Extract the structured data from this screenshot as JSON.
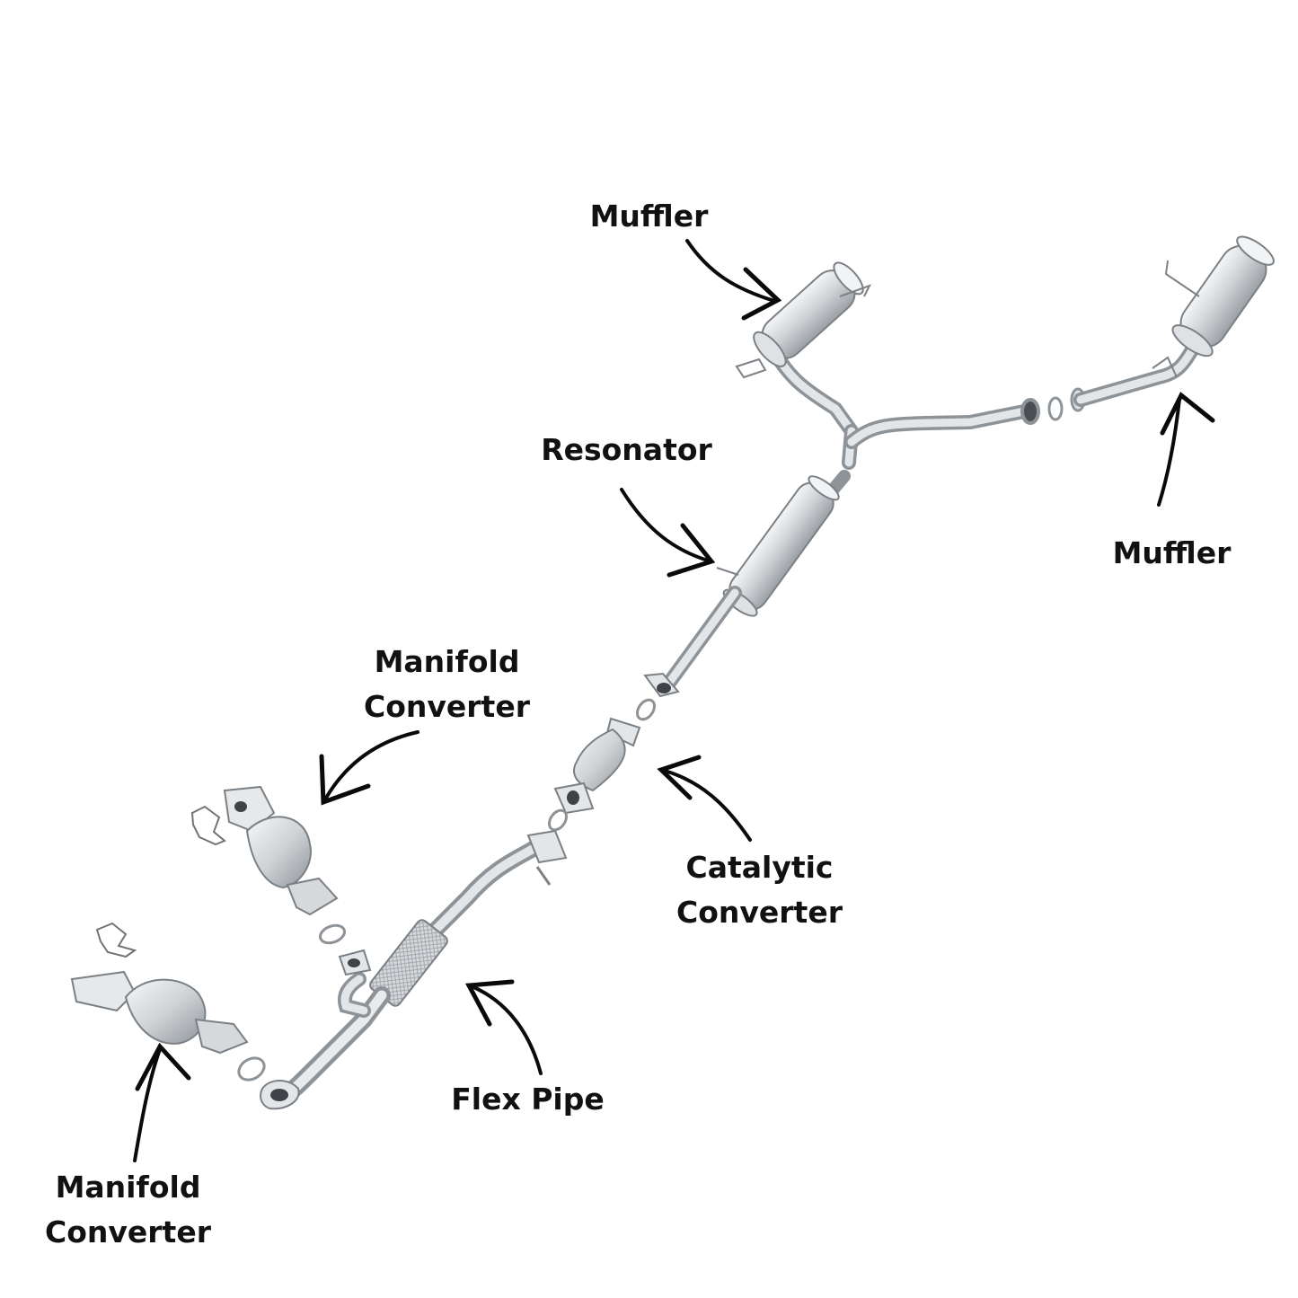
{
  "colors": {
    "background": "#ffffff",
    "label": "#111111",
    "arrow": "#0a0a0a",
    "metal_light": "#eef0f1",
    "metal_mid": "#c7cbce",
    "metal_dark": "#8c9196",
    "outline": "#6f7479"
  },
  "labels": {
    "muffler_left": "Muffler",
    "muffler_right": "Muffler",
    "resonator": "Resonator",
    "manifold_upper": {
      "line1": "Manifold",
      "line2": "Converter"
    },
    "manifold_lower": {
      "line1": "Manifold",
      "line2": "Converter"
    },
    "catalytic": {
      "line1": "Catalytic",
      "line2": "Converter"
    },
    "flex_pipe": "Flex Pipe"
  },
  "icons": {
    "arrow": "curved-arrow-icon",
    "gasket": "ring-gasket-icon"
  }
}
